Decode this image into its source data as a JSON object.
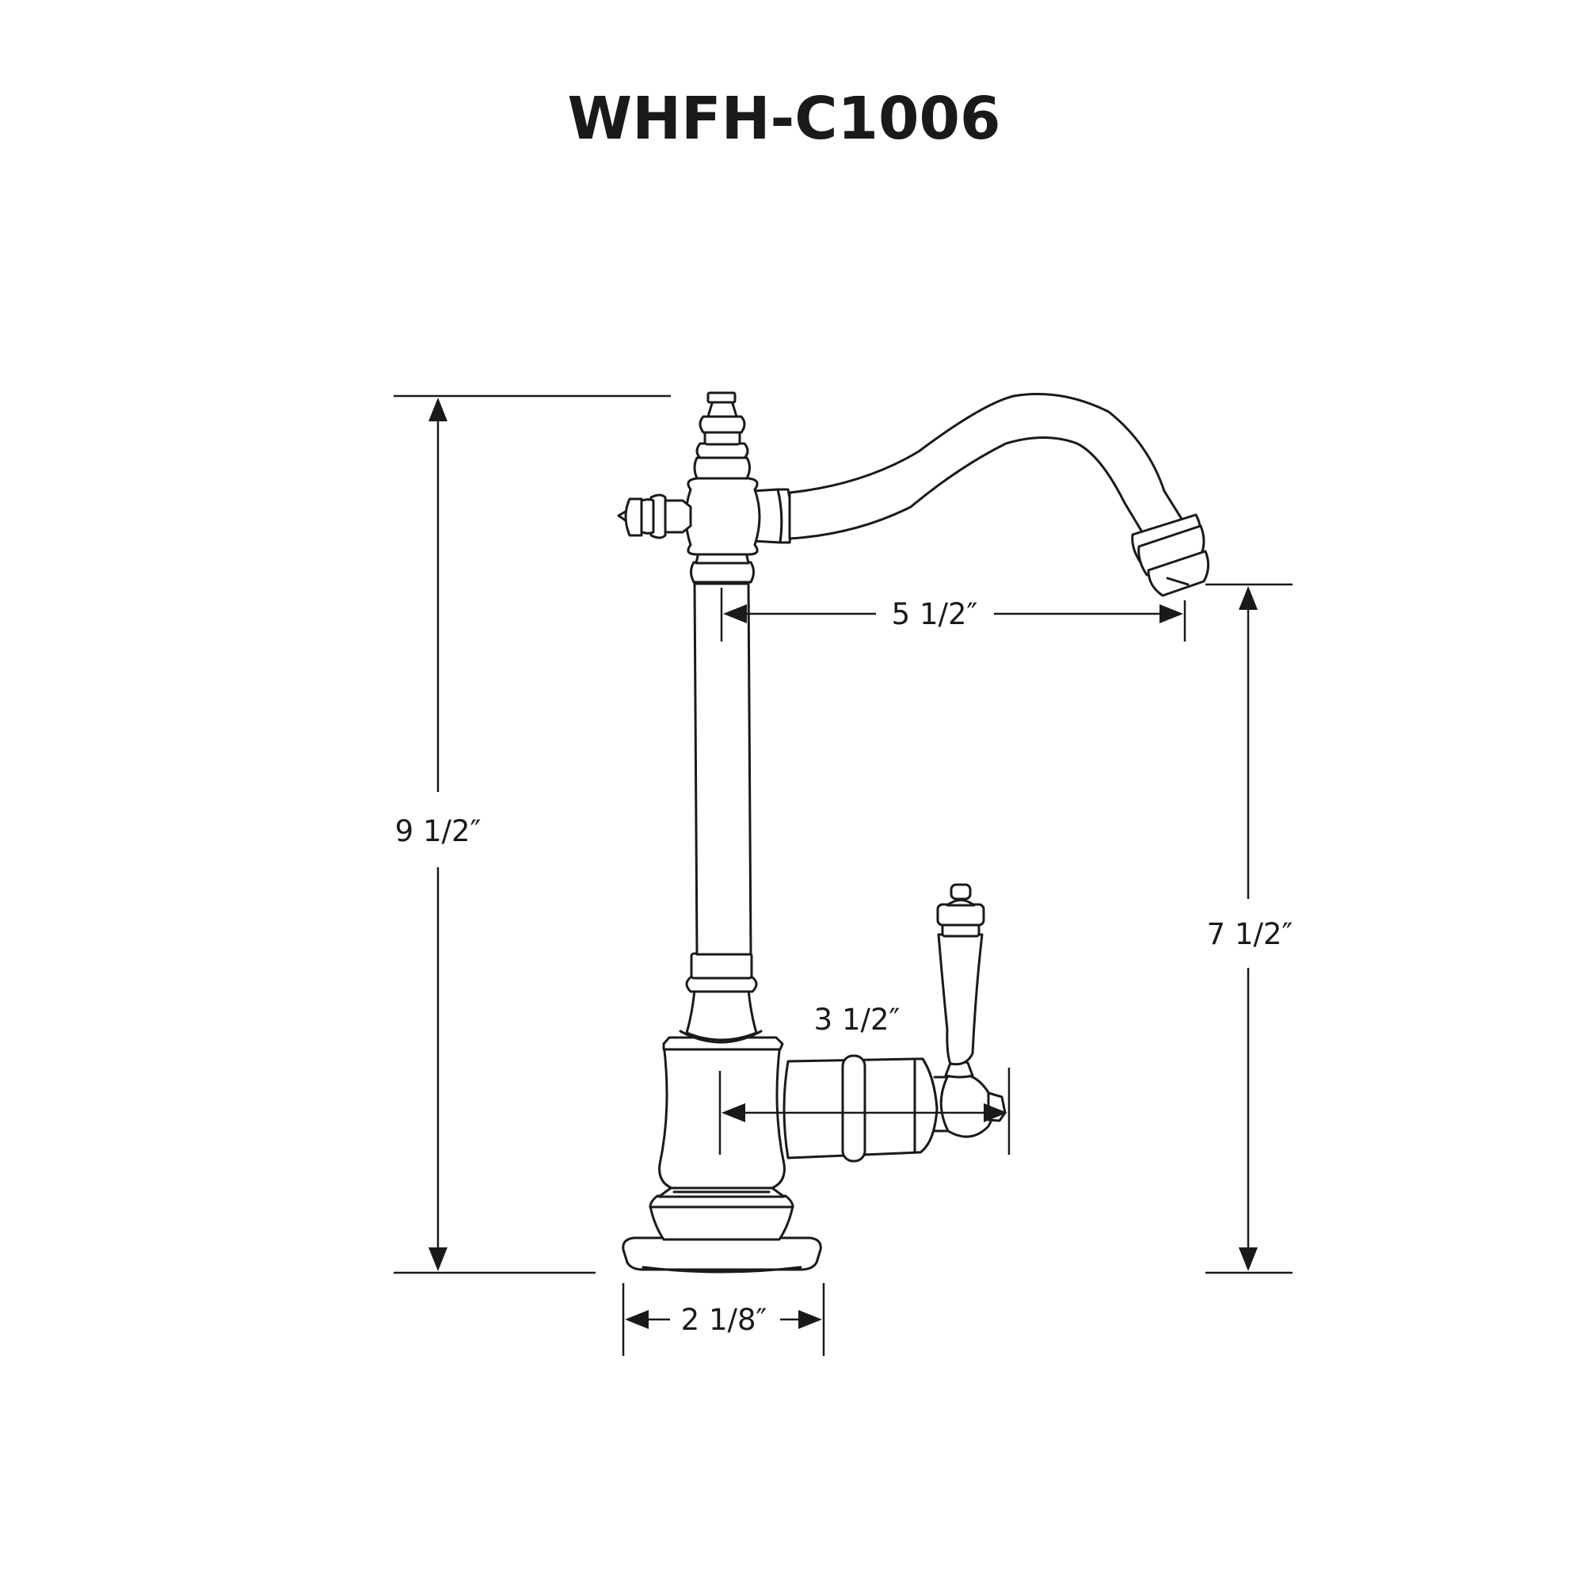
{
  "title": "WHFH-C1006",
  "dimensions": {
    "overall_height": "9 1/2″",
    "spout_height": "7 1/2″",
    "spout_reach": "5 1/2″",
    "handle_reach": "3 1/2″",
    "base_diameter": "2 1/8″"
  },
  "colors": {
    "line": "#1a1a1a",
    "background": "#ffffff"
  }
}
